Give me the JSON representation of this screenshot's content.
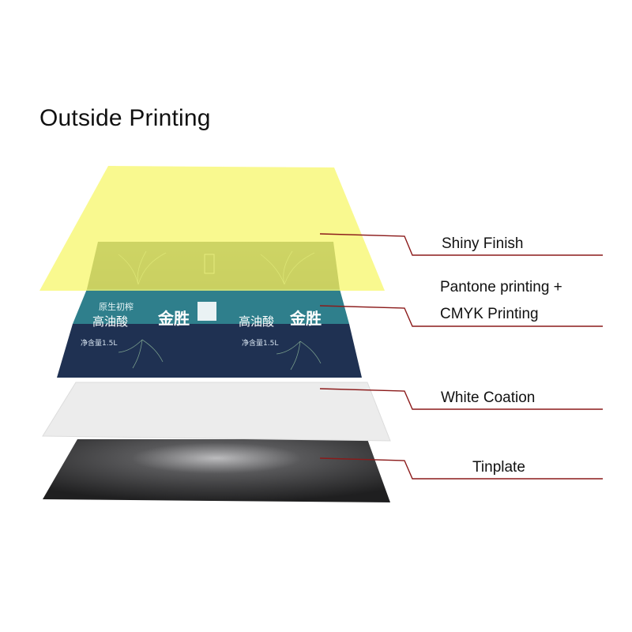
{
  "title": "Outside Printing",
  "layers": [
    {
      "label": "Shiny Finish",
      "color": "#f7f78a"
    },
    {
      "label_line1": "Pantone printing +",
      "label_line2": "CMYK Printing",
      "color": "#1b3a5c"
    },
    {
      "label": "White Coation",
      "color": "#ededed"
    },
    {
      "label": "Tinplate",
      "color": "#2f2f30"
    }
  ],
  "print_texts": {
    "brand": "金胜",
    "product": "高油酸",
    "slogan": "原生初榨",
    "net": "净含量1.5L"
  },
  "leader_color": "#8b1a1a"
}
